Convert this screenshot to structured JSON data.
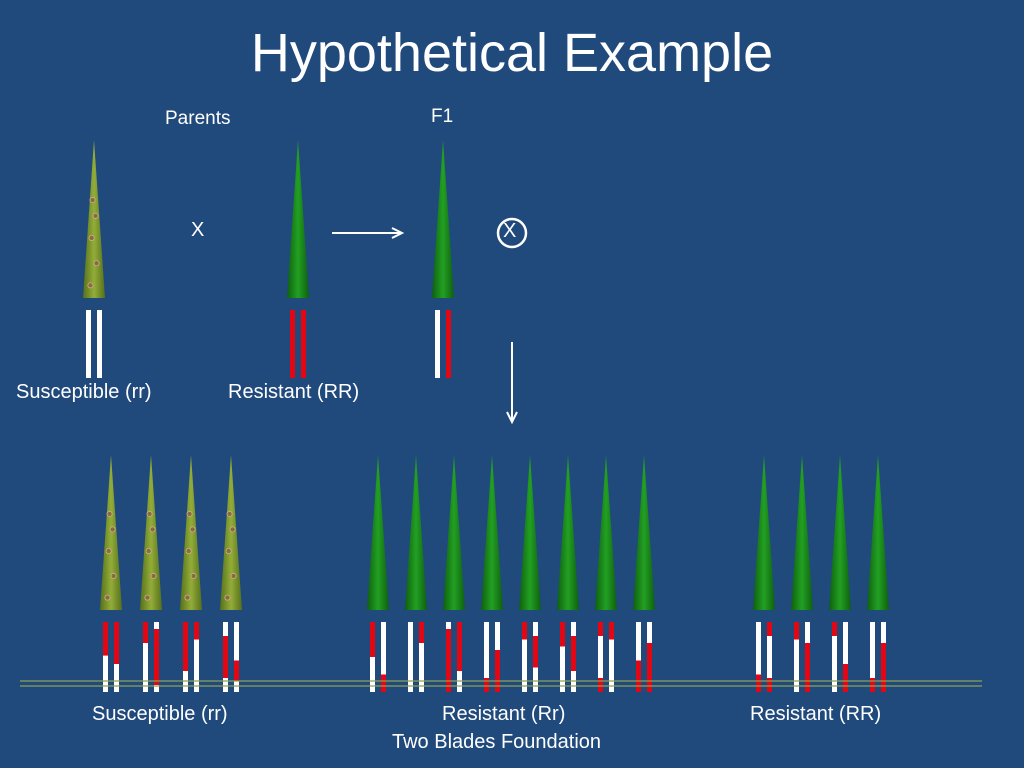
{
  "title": "Hypothetical Example",
  "labels": {
    "parents": "Parents",
    "f1": "F1",
    "cross": "X",
    "self_cross": "X",
    "susceptible_parent": "Susceptible (rr)",
    "resistant_parent": "Resistant (RR)",
    "offspring_susceptible": "Susceptible (rr)",
    "offspring_heterozygous": "Resistant (Rr)",
    "offspring_resistant": "Resistant (RR)",
    "credit": "Two Blades Foundation"
  },
  "colors": {
    "background": "#214a7c",
    "resistant_leaf": "#1c8a1c",
    "susceptible_leaf": "#7e9a2c",
    "resistant_allele": "#e30613",
    "susceptible_allele": "#ffffff",
    "lesion": "#8a6a3e"
  }
}
